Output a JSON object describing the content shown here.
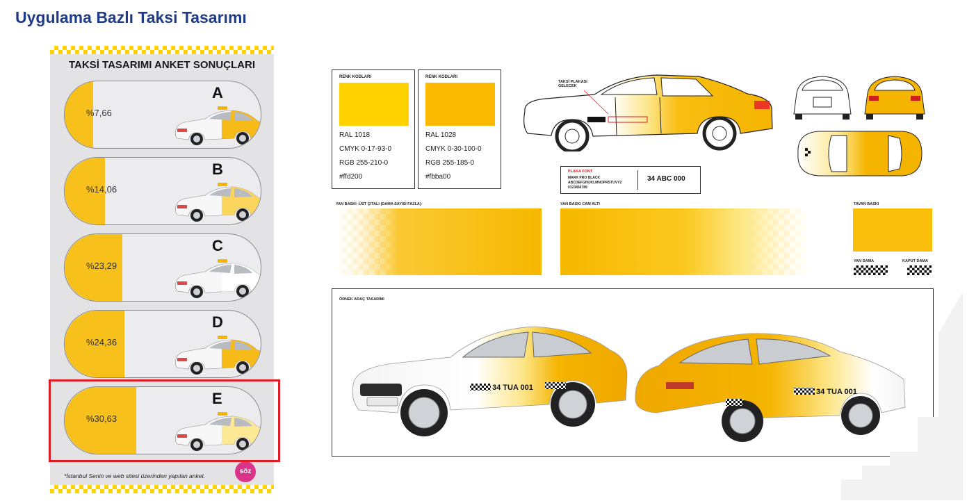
{
  "page": {
    "title": "Uygulama Bazlı Taksi Tasarımı"
  },
  "survey": {
    "title": "TAKSİ TASARIMI ANKET SONUÇLARI",
    "options": [
      {
        "letter": "A",
        "percent_label": "%7,66",
        "percent": 7.66
      },
      {
        "letter": "B",
        "percent_label": "%14,06",
        "percent": 14.06
      },
      {
        "letter": "C",
        "percent_label": "%23,29",
        "percent": 23.29
      },
      {
        "letter": "D",
        "percent_label": "%24,36",
        "percent": 24.36
      },
      {
        "letter": "E",
        "percent_label": "%30,63",
        "percent": 30.63
      }
    ],
    "footnote": "*İstanbul Senin ve web sitesi üzerinden yapılan anket.",
    "badge": "söz",
    "highlighted_option": "E"
  },
  "color_codes": [
    {
      "title": "RENK KODLARI",
      "swatch": "#ffd200",
      "ral": "RAL 1018",
      "cmyk": "CMYK 0-17-93-0",
      "rgb": "RGB 255-210-0",
      "hex": "#ffd200"
    },
    {
      "title": "RENK KODLARI",
      "swatch": "#fbba00",
      "ral": "RAL 1028",
      "cmyk": "CMYK 0-30-100-0",
      "rgb": "RGB 255-185-0",
      "hex": "#fbba00"
    }
  ],
  "blueprint": {
    "plate_note": "TAKSİ PLAKASI GELECEK",
    "plate_font_label": "PLAKA FONT",
    "plate_font_name": "MARK PRO BLACK",
    "plate_font_letters": "ABCDEFGHIJKLMNOPRSTUVYZ",
    "plate_font_digits": "0123456789",
    "plate_sample": "34 ABC 000"
  },
  "prints": {
    "side_top": "YAN BASKI -ÜST ÇITALI (DAMA SAYISI FAZLA)-",
    "side_under_glass": "YAN BASKI CAM ALTI",
    "roof": "TAVAN BASKI",
    "side_checker": "YAN DAMA",
    "hood_checker": "KAPUT DAMA"
  },
  "sample_design": {
    "title": "ÖRNEK ARAÇ TASARIMI",
    "plate_front": "34 TUA 001",
    "plate_rear": "34 TUA 001"
  }
}
